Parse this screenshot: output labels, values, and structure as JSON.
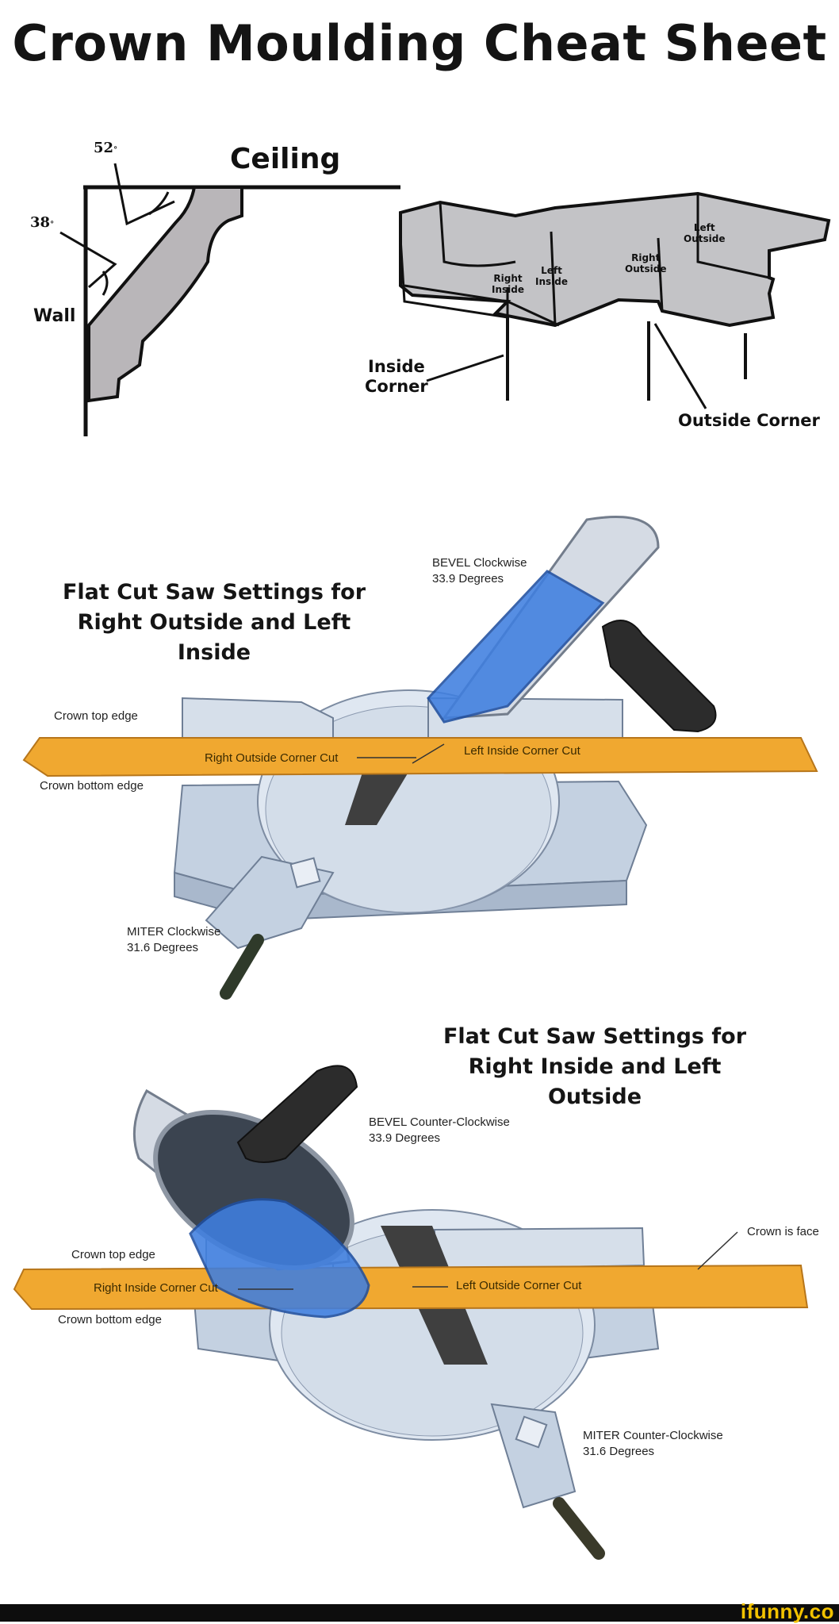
{
  "title": "Crown Moulding Cheat Sheet",
  "top_diagram": {
    "ceiling": "Ceiling",
    "wall": "Wall",
    "angle_a": "52",
    "angle_b": "38",
    "inside_corner": [
      "Inside",
      "Corner"
    ],
    "outside_corner": "Outside Corner",
    "tag_right_inside": [
      "Right",
      "Inside"
    ],
    "tag_left_inside": [
      "Left",
      "Inside"
    ],
    "tag_right_outside": [
      "Right",
      "Outside"
    ],
    "tag_left_outside": [
      "Left",
      "Outside"
    ]
  },
  "saw1": {
    "heading": [
      "Flat Cut Saw Settings for",
      "Right Outside and Left Inside"
    ],
    "bevel": [
      "BEVEL Clockwise",
      "33.9 Degrees"
    ],
    "miter": [
      "MITER Clockwise",
      "31.6 Degrees"
    ],
    "crown_top": "Crown top edge",
    "crown_bottom": "Crown bottom edge",
    "cut_left": "Right Outside Corner Cut",
    "cut_right": "Left Inside Corner Cut"
  },
  "saw2": {
    "heading": [
      "Flat Cut Saw Settings for",
      "Right Inside and Left Outside"
    ],
    "bevel": [
      "BEVEL Counter-Clockwise",
      "33.9 Degrees"
    ],
    "miter": [
      "MITER Counter-Clockwise",
      "31.6 Degrees"
    ],
    "crown_top": "Crown top edge",
    "crown_bottom": "Crown bottom edge",
    "cut_left": "Right Inside Corner Cut",
    "cut_right": "Left Outside Corner Cut",
    "crown_face": "Crown is face"
  },
  "brand": "ifunny.co",
  "colors": {
    "moulding": "#b9b6b9",
    "plank": "#f0a830",
    "saw_body": "#c7d3e2",
    "blade_guard": "#3f7fe0",
    "handle": "#2c2c2c"
  }
}
